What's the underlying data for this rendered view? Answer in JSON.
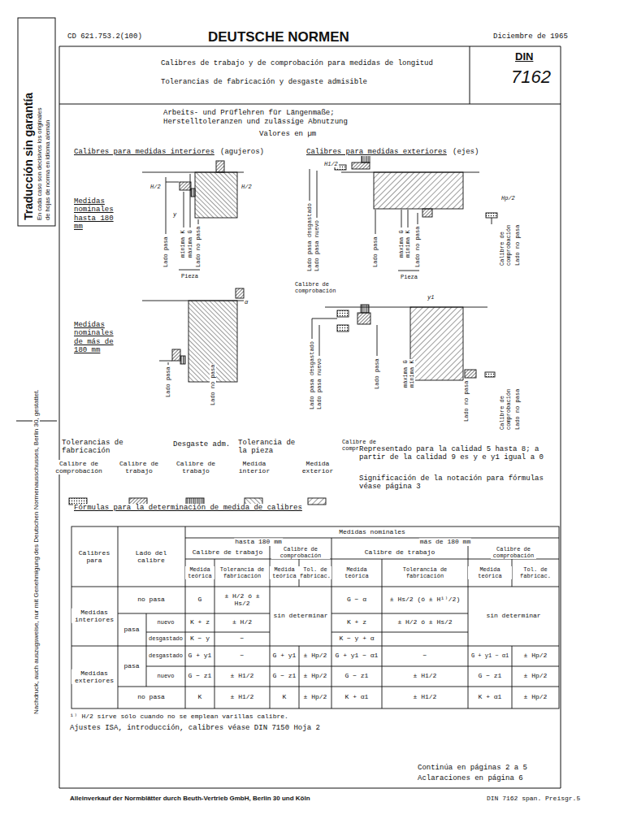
{
  "diagram": {
    "title": "Calibres de trabajo y de comprobación para medidas de longitud",
    "labels": [
      "CD 621.753.2(100)",
      "DEUTSCHE NORMEN",
      "Diciembre de 1965",
      "DIN",
      "7162",
      "Tolerancias de fabricación y desgaste admisible",
      "Traducción sin garantía",
      "En cada caso son decisivos los originales",
      "de hojas de norma en idioma alemán",
      "Arbeits- und Prüflehren für Längenmaße;",
      "Herstelltoleranzen und zulässige Abnutzung",
      "Valores en µm",
      "Calibres para medidas interiores",
      "(agujeros)",
      "Calibres para medidas exteriores",
      "(ejes)",
      "Medidas nominales hasta 180 mm",
      "Medidas nominales de más de 180 mm",
      "Lado pasa",
      "mínima K",
      "máxima G",
      "Lado no pasa",
      "Pieza",
      "Lado pasa desgastado",
      "Lado pasa nuevo",
      "Lado pasa",
      "máxima G",
      "mínima K",
      "Lado no pasa",
      "Pieza",
      "Calibre de comprobación",
      "Lado no pasa",
      "Calibre de comprobación",
      "Lado pasa",
      "Lado no pasa",
      "Lado pasa desgastado",
      "Lado pasa nuevo",
      "Lado pasa",
      "máxima G",
      "mínima K",
      "Lado no pasa",
      "Calibre de comprobación",
      "Calibre de comprobación",
      "Lado no pasa",
      "H/2",
      "H/2",
      "y",
      "H1/2",
      "Hp/2",
      "α",
      "y1",
      "Tolerancias de fabricación",
      "Desgaste adm.",
      "Tolerancia de la pieza",
      "Representado para la calidad 5 hasta 8; a partir de la calidad 9 es y e y1 igual a 0",
      "Significación de la notación para fórmulas véase página 3",
      "Fórmulas para la determinación de medida de calibres",
      "Calibres para",
      "Lado del calibre",
      "Medidas nominales",
      "hasta 180 mm",
      "más de 180 mm",
      "Calibre de trabajo",
      "Calibre de comprobación",
      "Calibre de trabajo",
      "Calibre de comprobación",
      "Medida teórica",
      "Tolerancia de fabricación",
      "Medida teórica",
      "Tol. de fabricac.",
      "Medida teórica",
      "Tolerancia de fabricación",
      "Medida teórica",
      "Tol. de fabricac.",
      "Medidas interiores",
      "no pasa",
      "pasa",
      "nuevo",
      "desgastado",
      "G",
      "± H/2 ó ± Hs/2",
      "sin determinar",
      "G − α",
      "± Hs/2 (ó ± H¹⁾/2)",
      "sin determinar",
      "K + z",
      "± H/2",
      "K + z",
      "± H/2 ó ± Hs/2",
      "K − y",
      "−",
      "K − y + α",
      "Medidas exteriores",
      "pasa",
      "desgastado",
      "nuevo",
      "no pasa",
      "G + y1",
      "−",
      "G + y1",
      "± Hp/2",
      "G + y1 − α1",
      "−",
      "G + y1 − α1",
      "± Hp/2",
      "G − z1",
      "± H1/2",
      "G − z1",
      "± Hp/2",
      "G − z1",
      "± H1/2",
      "G − z1",
      "± Hp/2",
      "K",
      "± H1/2",
      "K",
      "± Hp/2",
      "K + α1",
      "± H1/2",
      "K + α1",
      "± Hp/2",
      "¹⁾ H/2 sirve sólo cuando no se emplean varillas calibre.",
      "Ajustes ISA, introducción, calibres véase DIN 7150 Hoja 2",
      "Continúa en páginas 2 a 5",
      "Aclaraciones en página 6",
      "Alleinverkauf der Normblätter durch Beuth-Vertrieb GmbH, Berlin 30 und Köln",
      "DIN 7162 span. Preisgr.5",
      "Nachdruck, auch auszugsweise, nur mit Genehmigung des Deutschen Normenausschusses, Berlin 30, gestattet."
    ],
    "legend": [
      {
        "text": "Calibre de comprobación"
      },
      {
        "text": "Calibre de trabajo"
      },
      {
        "text": "Calibre de trabajo"
      },
      {
        "text": "Medida interior"
      },
      {
        "text": "Medida exterior"
      }
    ]
  }
}
